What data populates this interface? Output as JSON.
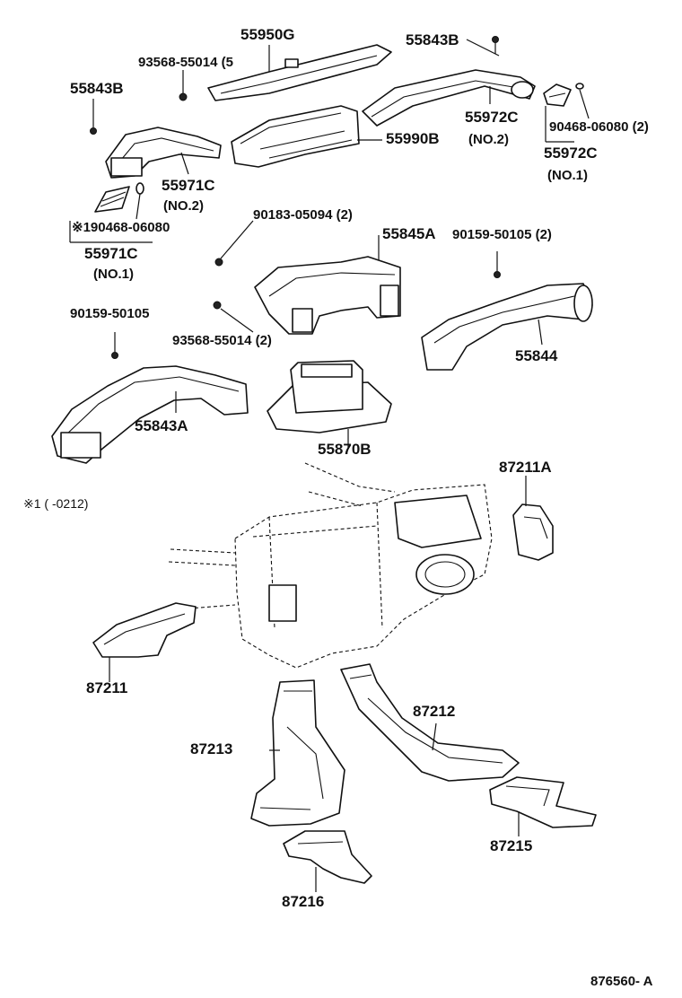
{
  "labels": {
    "p55950G": "55950G",
    "p55843B_top": "55843B",
    "p93568_top": "93568-55014 (5",
    "p55843B_left": "55843B",
    "p55972C": "55972C",
    "p55972C_no2": "(NO.2)",
    "p90468_right": "90468-06080 (2)",
    "p55990B": "55990B",
    "p55972C_b": "55972C",
    "p55972C_no1": "(NO.1)",
    "p55971C": "55971C",
    "p55971C_no2": "(NO.2)",
    "p90183": "90183-05094 (2)",
    "p90468_left": "※190468-06080",
    "p55845A": "55845A",
    "p90159_right": "90159-50105 (2)",
    "p55971C_b": "55971C",
    "p55971C_no1": "(NO.1)",
    "p90159_left": "90159-50105",
    "p93568_mid": "93568-55014 (2)",
    "p55844": "55844",
    "p55843A": "55843A",
    "p55870B": "55870B",
    "p87211A": "87211A",
    "note": "※1 (      -0212)",
    "p87211": "87211",
    "p87212": "87212",
    "p87213": "87213",
    "p87215": "87215",
    "p87216": "87216",
    "code": "876560- A"
  }
}
